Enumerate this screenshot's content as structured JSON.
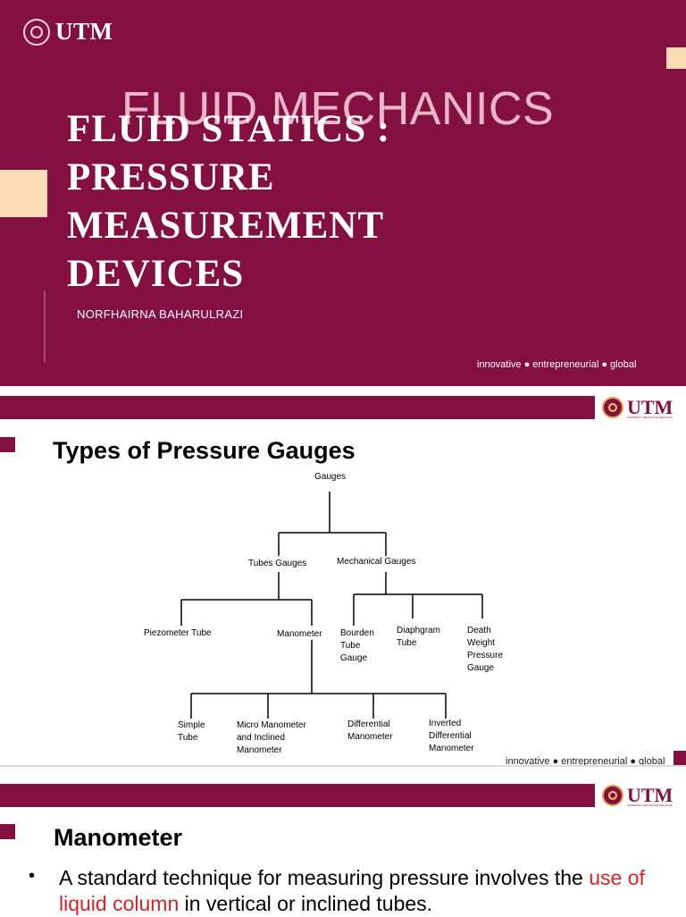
{
  "slide1": {
    "logo_text": "UTM",
    "bg_title": "FLUID MECHANICS",
    "title_lines": [
      "FLUID STATICS :",
      "PRESSURE",
      "MEASUREMENT",
      "DEVICES"
    ],
    "author": "NORFHAIRNA BAHARULRAZI",
    "tagline": "innovative ● entrepreneurial ● global",
    "colors": {
      "background": "#831040",
      "accent": "#fbdcb6"
    }
  },
  "slide2": {
    "logo_text": "UTM",
    "logo_subtext": "UNIVERSITI TEKNOLOGI MALAYSIA",
    "title": "Types of Pressure Gauges",
    "tree": {
      "root": "Gauges",
      "level1": [
        "Tubes Gauges",
        "Mechanical Gauges"
      ],
      "tube_children": [
        "Piezometer Tube",
        "Manometer"
      ],
      "mechanical_children": [
        "Bourden Tube Gauge",
        "Diaphgram Tube",
        "Death Weight Pressure Gauge"
      ],
      "manometer_children": [
        "Simple Tube",
        "Micro Manometer and Inclined Manometer",
        "Differential Manometer",
        "Inverted Differential Manometer"
      ]
    },
    "tagline": "innovative ● entrepreneurial ● global"
  },
  "slide3": {
    "logo_text": "UTM",
    "logo_subtext": "UNIVERSITI TEKNOLOGI MALAYSIA",
    "title": "Manometer",
    "bullet_symbol": "•",
    "bullet_part1": "A standard technique for measuring pressure involves the ",
    "bullet_highlight": "use of liquid column",
    "bullet_part2": " in vertical or inclined tubes."
  }
}
